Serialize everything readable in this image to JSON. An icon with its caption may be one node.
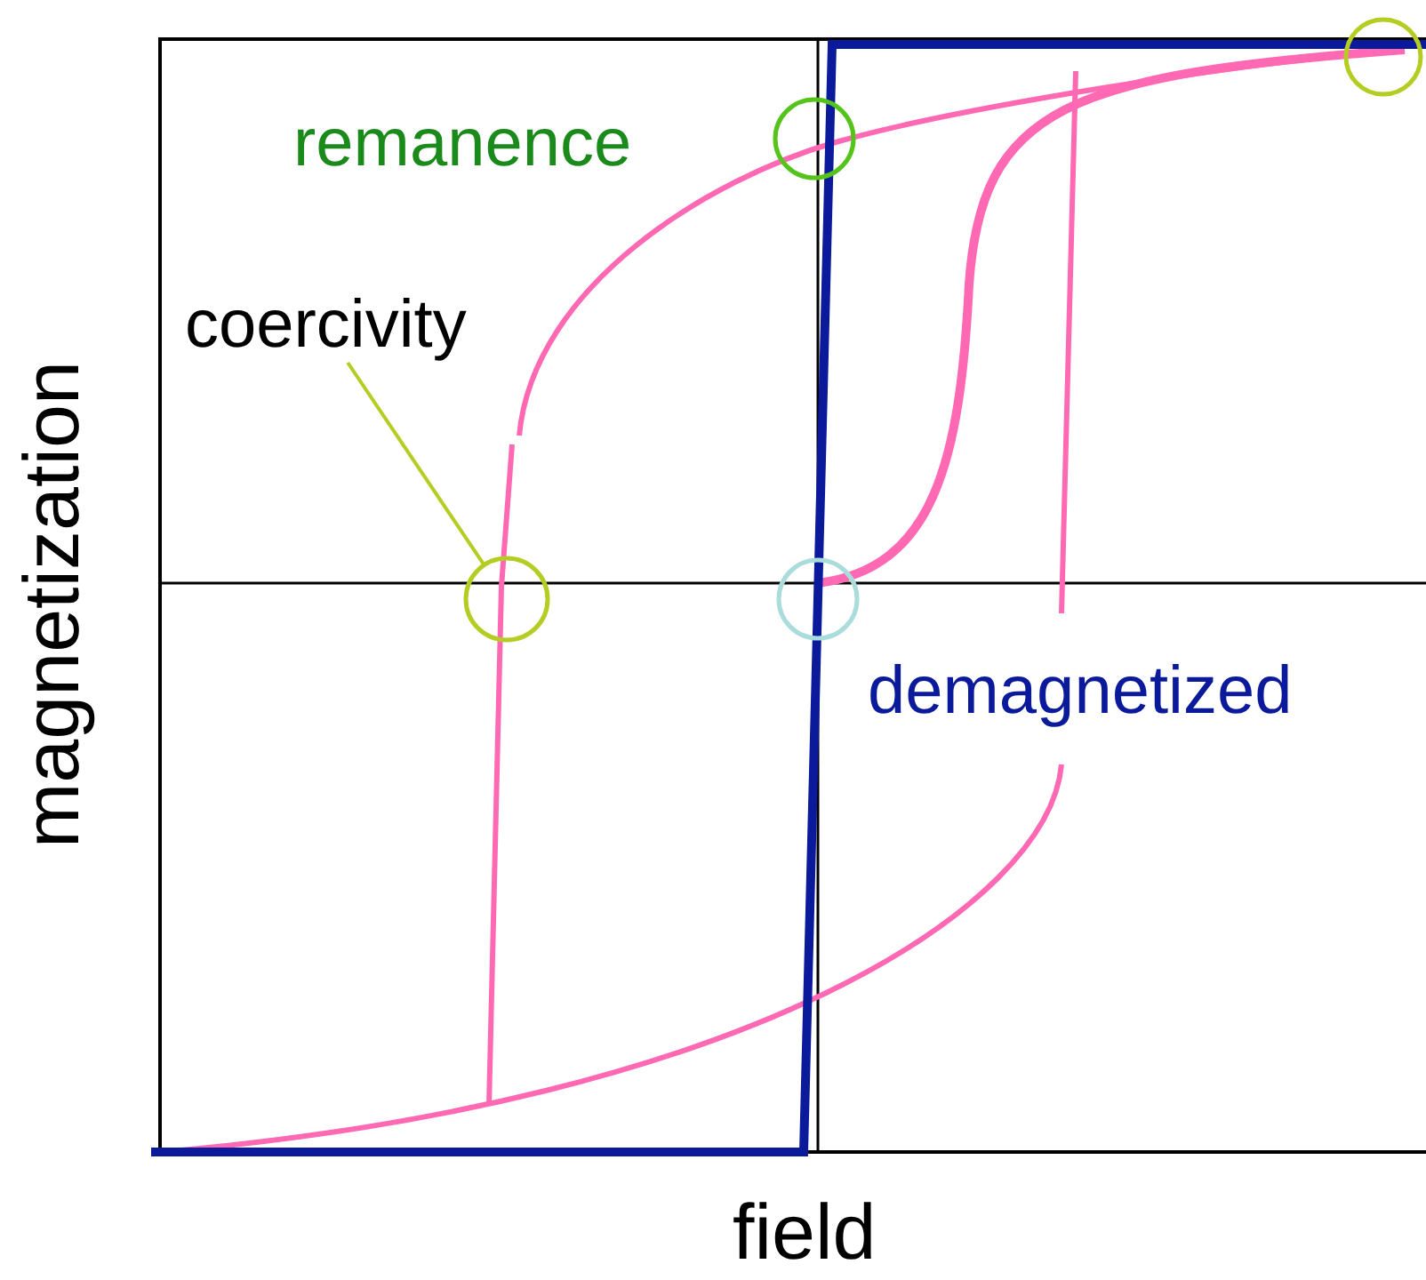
{
  "diagram": {
    "nodes": [
      {
        "text": [
          "coercivity"
        ]
      },
      {
        "text": [],
        "shape": "circle"
      },
      {
        "text": [],
        "shape": "circle"
      },
      {
        "text": [],
        "shape": "circle"
      },
      {
        "text": [],
        "shape": "circle"
      }
    ],
    "edges": [
      {
        "from": 0,
        "to": 1,
        "arrow": "none"
      }
    ],
    "labels": [
      "remanence",
      "demagnetized",
      "magnetization",
      "field"
    ]
  }
}
